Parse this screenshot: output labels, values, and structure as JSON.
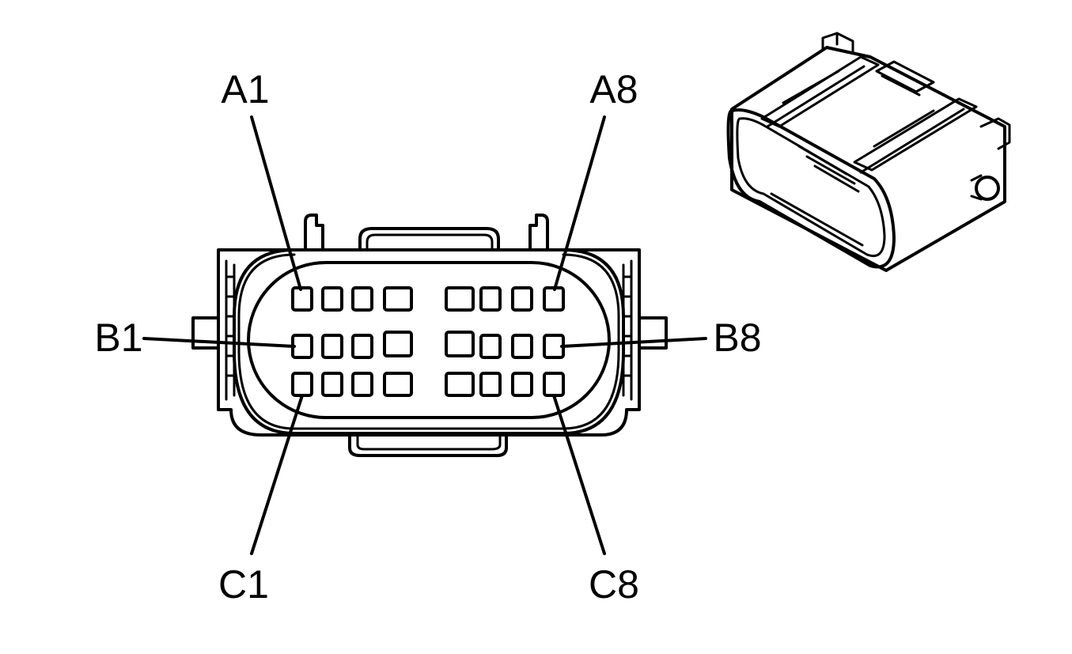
{
  "labels": {
    "a1": "A1",
    "a8": "A8",
    "b1": "B1",
    "b8": "B8",
    "c1": "C1",
    "c8": "C8"
  },
  "connector": {
    "rows": 3,
    "pins_per_row": 8
  }
}
